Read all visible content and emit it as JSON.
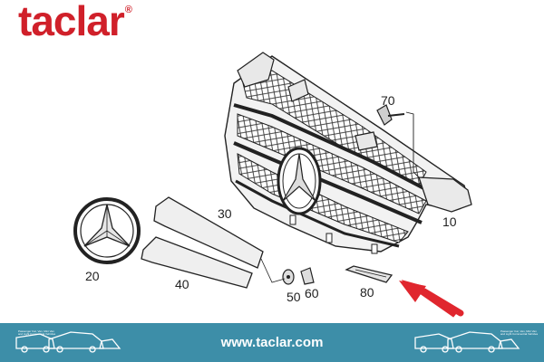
{
  "brand": {
    "name": "taclar",
    "reg_mark": "®",
    "color": "#d0202a"
  },
  "parts": [
    {
      "number": "10"
    },
    {
      "number": "20"
    },
    {
      "number": "30"
    },
    {
      "number": "40"
    },
    {
      "number": "50"
    },
    {
      "number": "60"
    },
    {
      "number": "70"
    },
    {
      "number": "80"
    }
  ],
  "footer": {
    "url": "www.taclar.com",
    "background": "#3d8ea8",
    "badge_lines": [
      "Passenger Car, Van, Mini Van",
      "and Light Commercial Vehicles"
    ]
  },
  "icons": [
    "star-emblem-icon",
    "van-icon",
    "arrow-icon"
  ],
  "accent_arrow_color": "#e0262e"
}
